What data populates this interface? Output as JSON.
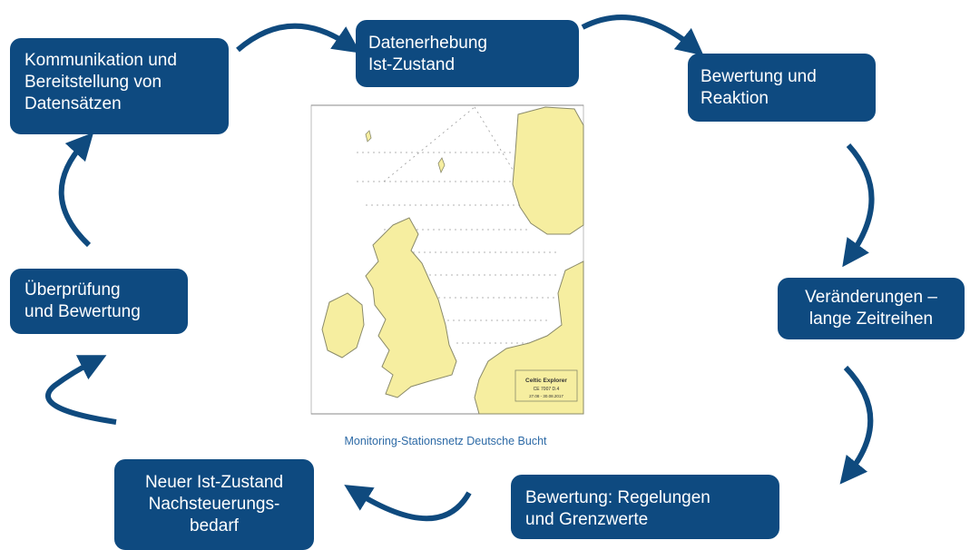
{
  "boxes": {
    "datenerhebung": "Datenerhebung\n Ist-Zustand",
    "bewertung_reaktion": "Bewertung und\nReaktion",
    "veraenderungen": "Veränderungen –\nlange Zeitreihen",
    "regelungen": "Bewertung: Regelungen\nund  Grenzwerte",
    "neuer_ist_zustand": "Neuer Ist-Zustand\nNachsteuerungs-\nbedarf",
    "ueberpruefung": "Überprüfung\nund Bewertung",
    "kommunikation": "Kommunikation und\nBereitstellung von\nDatensätzen"
  },
  "map": {
    "caption": "Monitoring-Stationsnetz Deutsche Bucht",
    "legend_title": "Celtic Explorer",
    "legend_line1": "CE 7007 D.4",
    "legend_line2": "27.08 - 30.08.2017"
  },
  "colors": {
    "box_fill": "#0e4a80",
    "box_text": "#ffffff",
    "arrow": "#0f4a7e",
    "land": "#f6eea0",
    "caption": "#2d6aa6"
  }
}
